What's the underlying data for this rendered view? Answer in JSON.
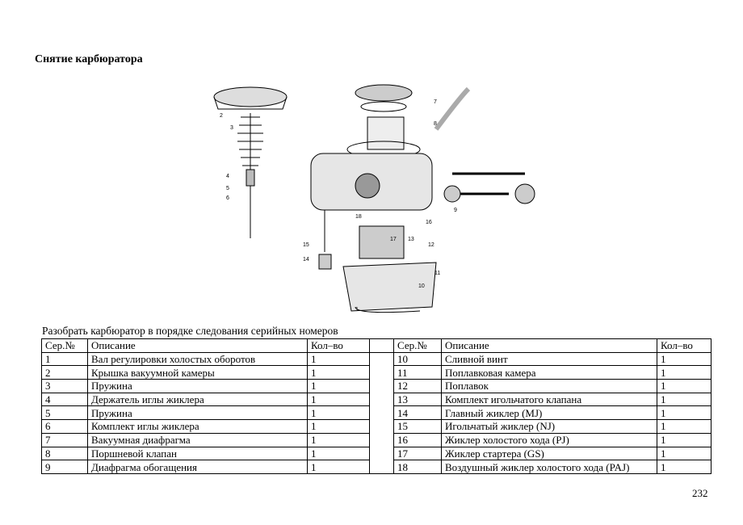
{
  "title": "Снятие карбюратора",
  "caption": "Разобрать карбюратор в порядке следования серийных номеров",
  "page_number": "232",
  "table": {
    "headers": [
      "Сер.№",
      "Описание",
      "Кол–во"
    ],
    "left": [
      [
        "1",
        "Вал регулировки холостых оборотов",
        "1"
      ],
      [
        "2",
        "Крышка вакуумной камеры",
        "1"
      ],
      [
        "3",
        "Пружина",
        "1"
      ],
      [
        "4",
        "Держатель иглы жиклера",
        "1"
      ],
      [
        "5",
        "Пружина",
        "1"
      ],
      [
        "6",
        "Комплект иглы жиклера",
        "1"
      ],
      [
        "7",
        "Вакуумная диафрагма",
        "1"
      ],
      [
        "8",
        "Поршневой клапан",
        "1"
      ],
      [
        "9",
        "Диафрагма обогащения",
        "1"
      ]
    ],
    "right": [
      [
        "10",
        "Сливной винт",
        "1"
      ],
      [
        "11",
        "Поплавковая камера",
        "1"
      ],
      [
        "12",
        "Поплавок",
        "1"
      ],
      [
        "13",
        "Комплект игольчатого клапана",
        "1"
      ],
      [
        "14",
        "Главный жиклер (MJ)",
        "1"
      ],
      [
        "15",
        "Игольчатый жиклер (NJ)",
        "1"
      ],
      [
        "16",
        "Жиклер холостого хода (PJ)",
        "1"
      ],
      [
        "17",
        "Жиклер стартера (GS)",
        "1"
      ],
      [
        "18",
        "Воздушный жиклер холостого хода (PAJ)",
        "1"
      ]
    ]
  }
}
